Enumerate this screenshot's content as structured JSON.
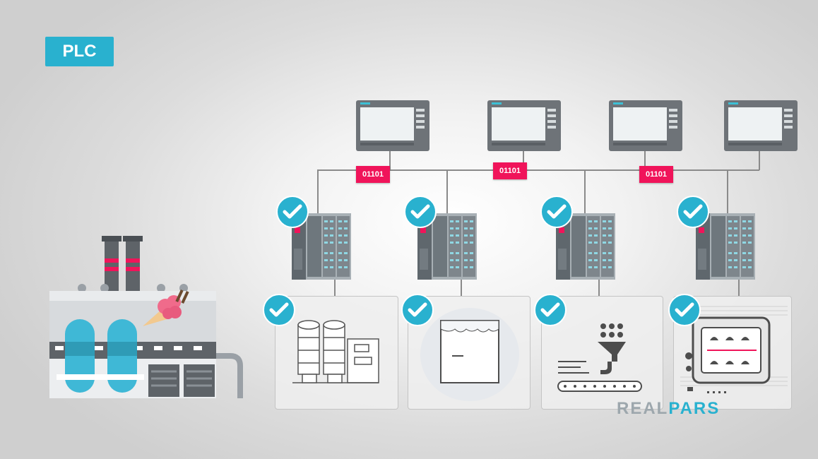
{
  "badge_label": "PLC",
  "data_tags": [
    "01101",
    "01101",
    "01101"
  ],
  "logo": {
    "part1": "REAL",
    "part2": "PARS"
  },
  "colors": {
    "accent": "#29b1cf",
    "tag": "#f0145a",
    "line": "#8a8a8a"
  },
  "icons": [
    "check-icon",
    "hmi-screen-icon",
    "plc-rack-icon",
    "factory-icon",
    "ice-cream-icon",
    "freezer-icon",
    "dispenser-icon",
    "mold-icon",
    "mixer-machine-icon"
  ]
}
